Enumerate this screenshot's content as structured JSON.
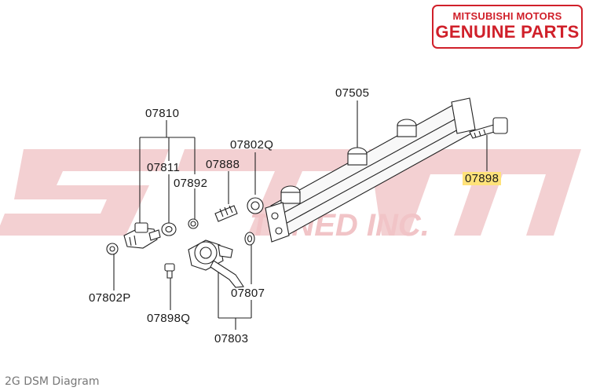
{
  "brand": {
    "line1": "MITSUBISHI MOTORS",
    "line2": "GENUINE PARTS",
    "color": "#d0202a"
  },
  "watermark": {
    "big": "STM",
    "sub": "TUNED INC.",
    "color": "#f1c9cb"
  },
  "highlight_color": "#ffe27a",
  "labels": {
    "p07505": "07505",
    "p07810": "07810",
    "p07802Q": "07802Q",
    "p07811": "07811",
    "p07888": "07888",
    "p07892": "07892",
    "p07898": "07898",
    "p07802P": "07802P",
    "p07807": "07807",
    "p07898Q": "07898Q",
    "p07803": "07803"
  },
  "caption": "2G DSM Diagram"
}
